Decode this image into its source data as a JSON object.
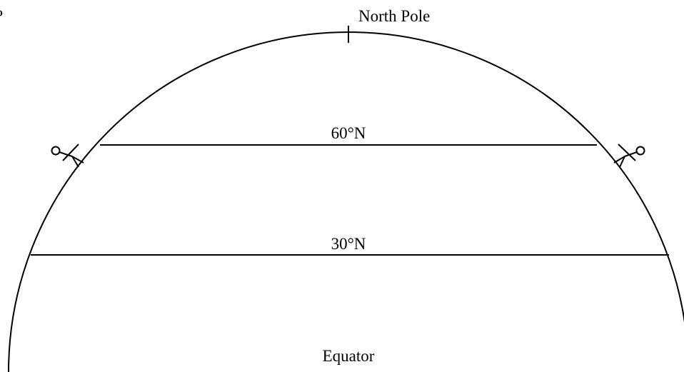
{
  "labels": {
    "north_pole": "North Pole",
    "lat60": "60°N",
    "lat30": "30°N",
    "equator": "Equator",
    "corner_mark": "?"
  },
  "figures": {
    "left": "stick-figure-icon",
    "right": "stick-figure-icon"
  },
  "colors": {
    "line": "#000000",
    "background": "#ffffff"
  }
}
